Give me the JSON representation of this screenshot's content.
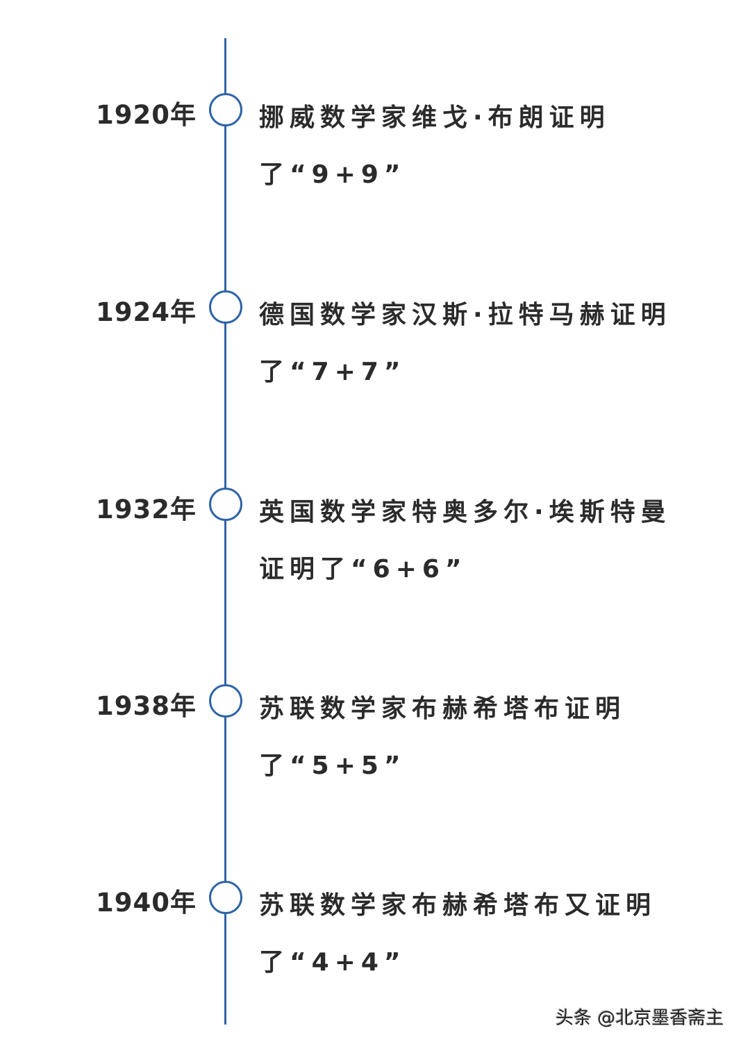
{
  "timeline": [
    {
      "year": "1920年",
      "text": "挪威数学家维戈·布朗证明了“9+9”"
    },
    {
      "year": "1924年",
      "text": "德国数学家汉斯·拉特马赫证明了“7+7”"
    },
    {
      "year": "1932年",
      "text": "英国数学家特奥多尔·埃斯特曼证明了“6+6”"
    },
    {
      "year": "1938年",
      "text": "苏联数学家布赫希塔布证明了“5+5”"
    },
    {
      "year": "1940年",
      "text": "苏联数学家布赫希塔布又证明了“4+4”"
    }
  ],
  "watermark": "头条 @北京墨香斋主",
  "colors": {
    "line": "#2f63a6",
    "text": "#2b2b2b"
  }
}
